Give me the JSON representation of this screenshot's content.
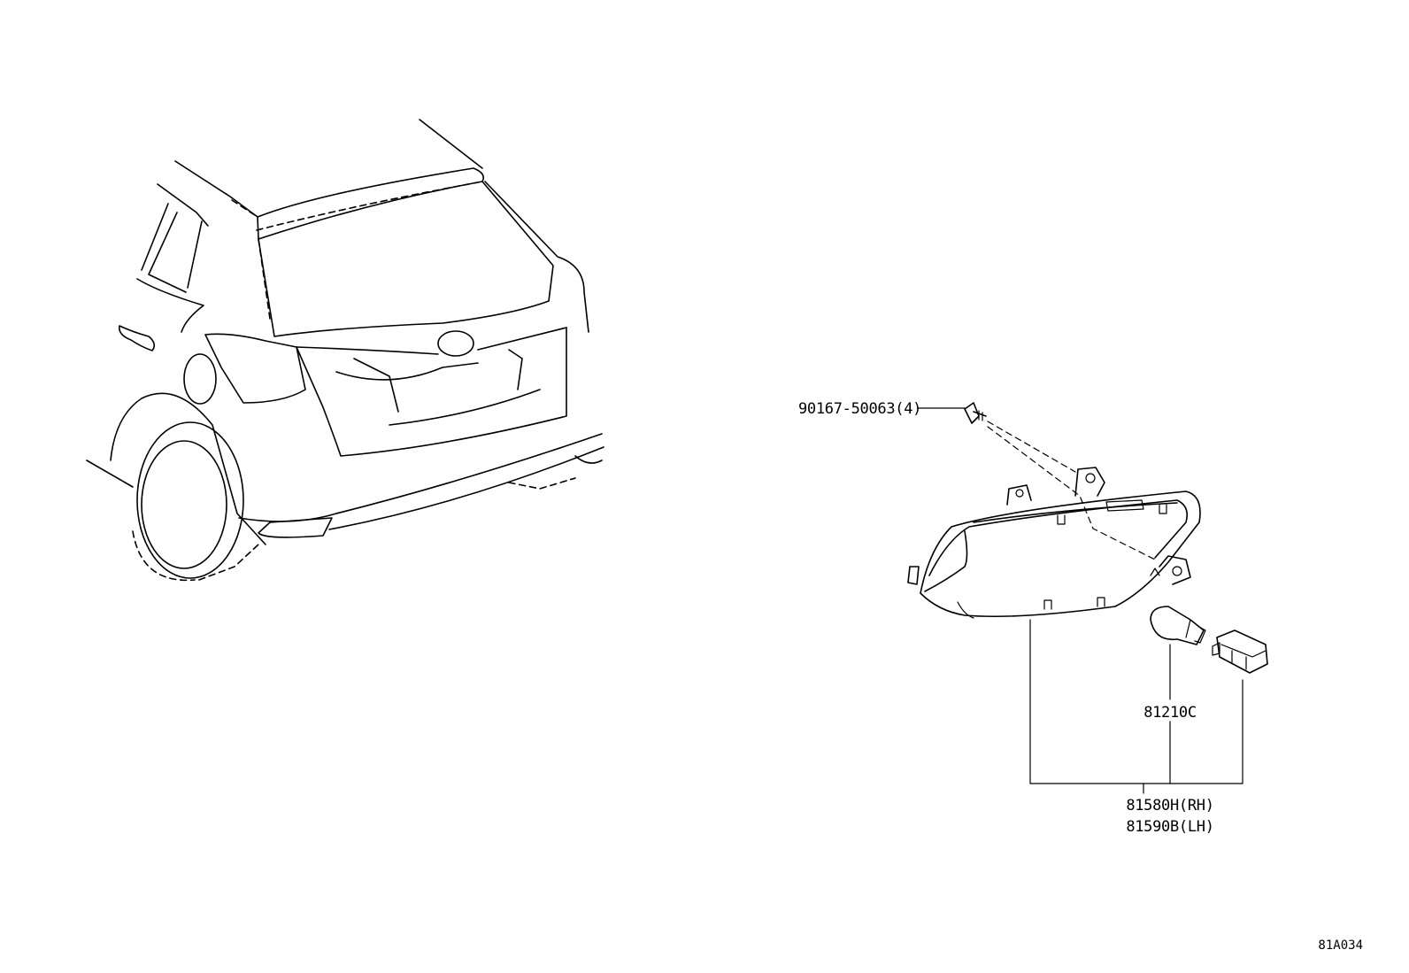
{
  "parts": {
    "screw": {
      "part_no": "90167-50063",
      "qty": "(4)"
    },
    "bulb": {
      "part_no": "81210C"
    },
    "lamp_assy_rh": {
      "part_no": "81580H",
      "side": "(RH)"
    },
    "lamp_assy_lh": {
      "part_no": "81590B",
      "side": "(LH)"
    }
  },
  "figure_code": "81A034"
}
